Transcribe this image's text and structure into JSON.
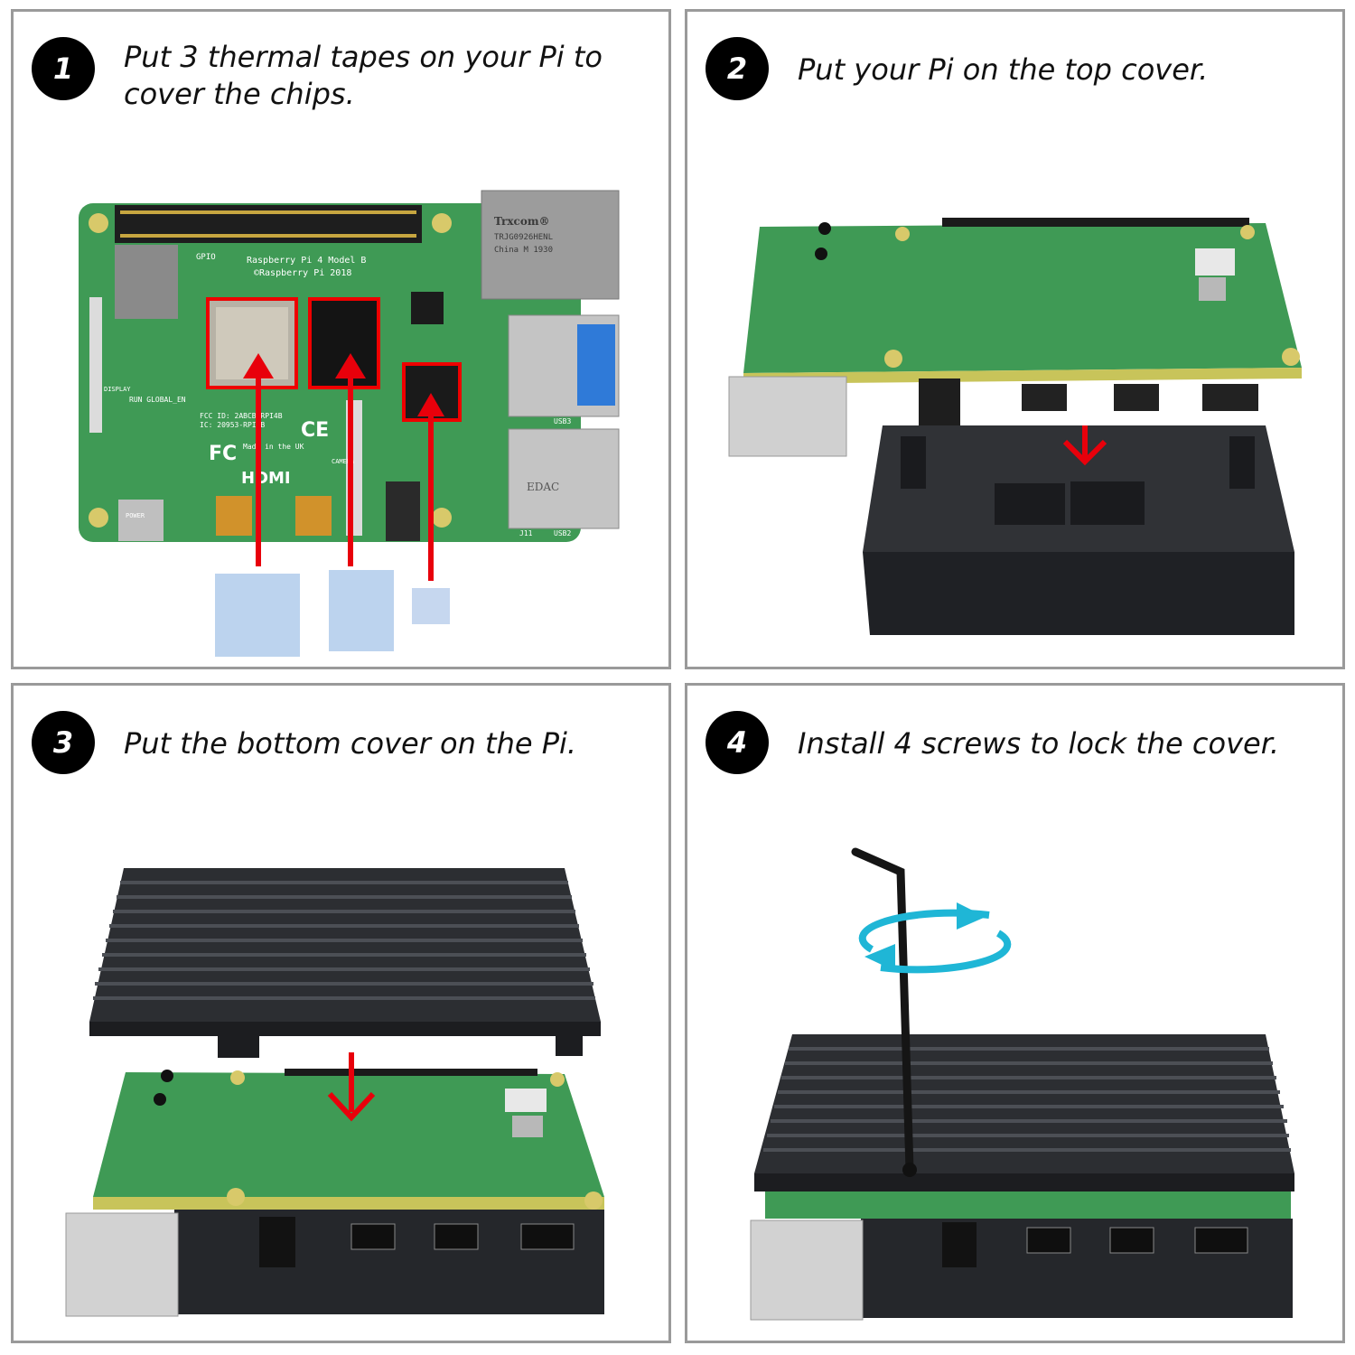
{
  "steps": [
    {
      "number": "1",
      "text": "Put 3 thermal tapes on your Pi to cover the chips."
    },
    {
      "number": "2",
      "text": "Put your Pi on the top cover."
    },
    {
      "number": "3",
      "text": "Put the bottom cover on the Pi."
    },
    {
      "number": "4",
      "text": "Install 4 screws to lock the cover."
    }
  ],
  "board_labels": {
    "model": "Raspberry Pi 4 Model B",
    "copyright": "©Raspberry Pi 2018",
    "gpio": "GPIO",
    "display": "DISPLAY",
    "camera": "CAMERA",
    "hdmi": "HDMI",
    "ce": "CE",
    "fc": "FC",
    "fcc": "FCC ID: 2ABCB-RPI4B",
    "ic": "IC: 20953-RPI4B",
    "made_in": "Made in the UK",
    "run": "RUN GLOBAL_EN",
    "power": "POWER",
    "usb2": "USB2",
    "usb3": "USB3",
    "j11": "J11",
    "ethernet_brand": "Trxcom®",
    "ethernet_part": "TRJG0926HENL",
    "ethernet_origin": "China M 1930",
    "usb_brand": "EDAC"
  },
  "colors": {
    "pcb": "#3f9a55",
    "pcb_dark": "#2f7d44",
    "case": "#2a2c30",
    "arrow": "#e8000b",
    "rotate": "#1fb6d6",
    "thermal_pad": "#bcd3ee",
    "panel_border": "#9a9a9a"
  },
  "icons": [
    "down-arrow-icon",
    "up-arrow-icon",
    "rotate-arrow-icon",
    "hex-key-icon"
  ]
}
